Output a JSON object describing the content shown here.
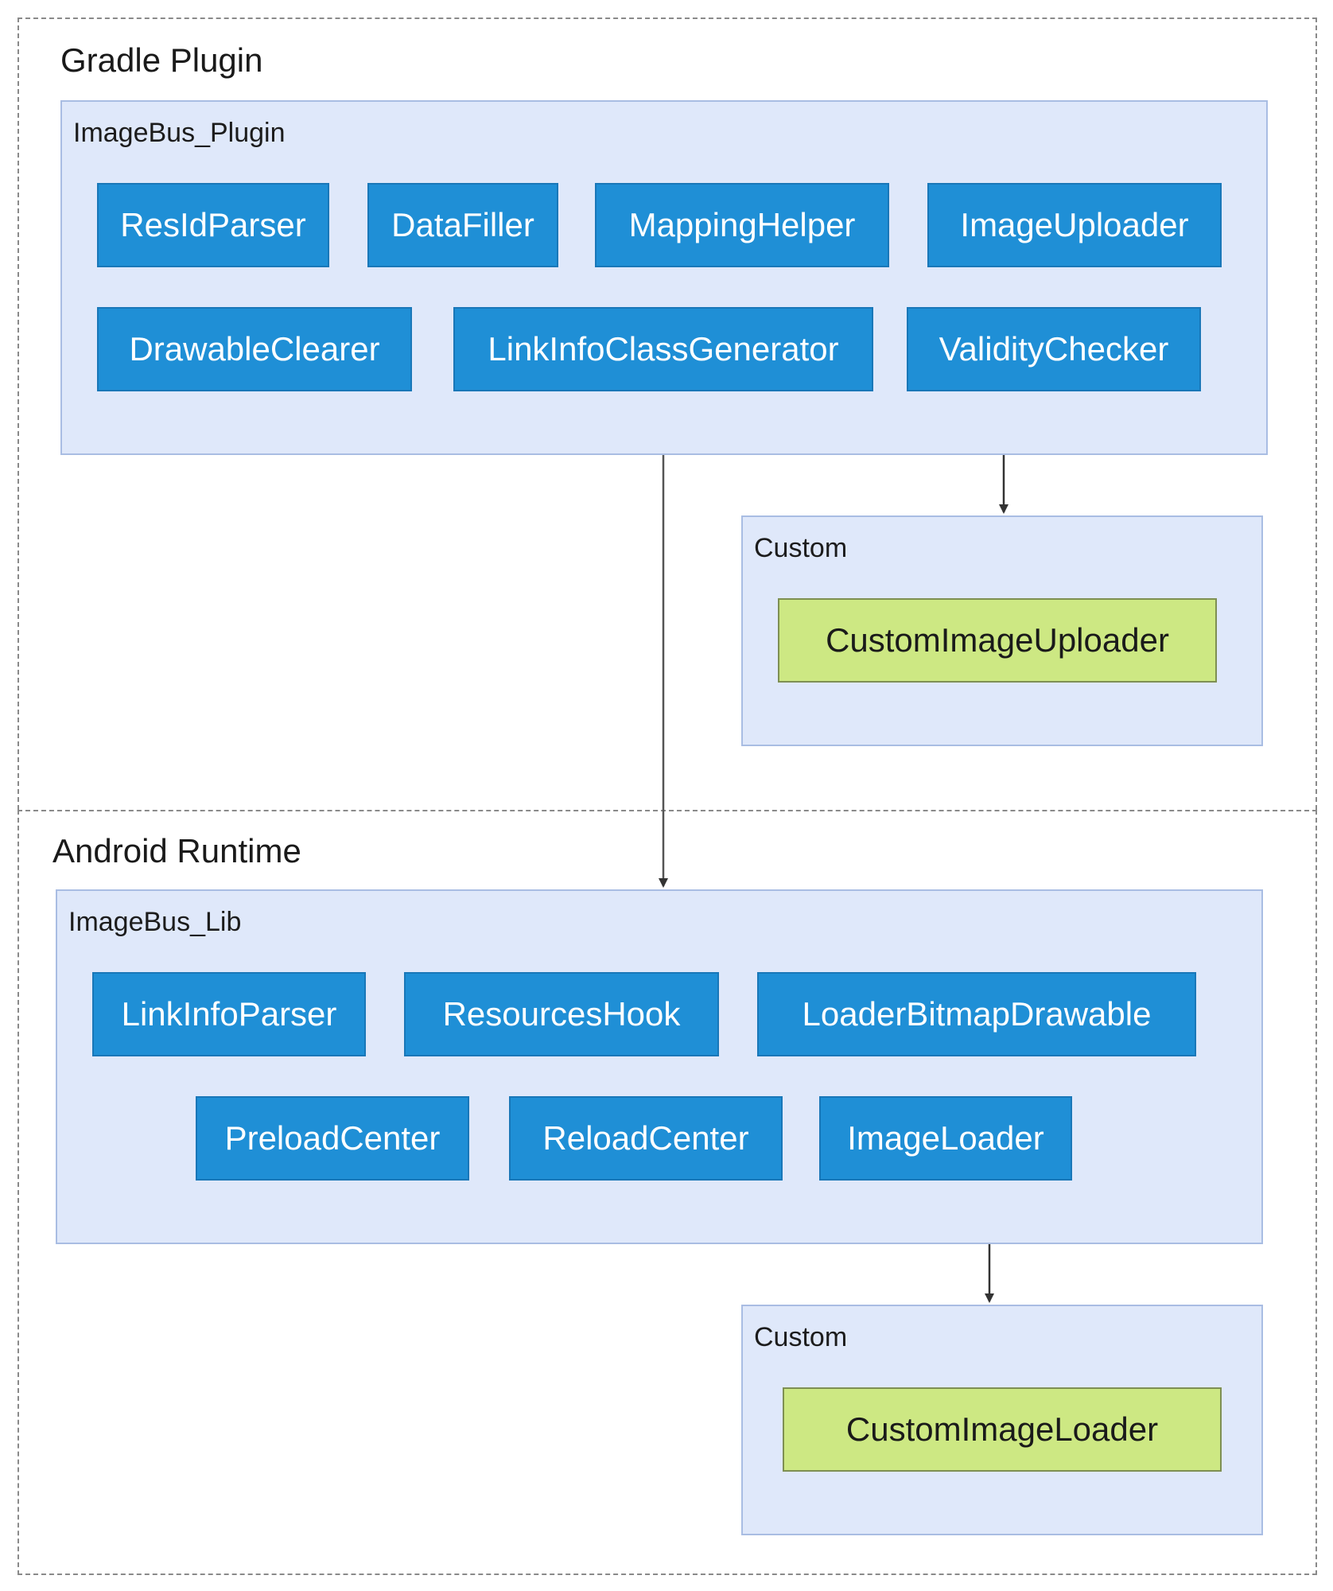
{
  "gradle": {
    "title": "Gradle Plugin",
    "plugin": {
      "title": "ImageBus_Plugin",
      "components": [
        "ResIdParser",
        "DataFiller",
        "MappingHelper",
        "ImageUploader",
        "DrawableClearer",
        "LinkInfoClassGenerator",
        "ValidityChecker"
      ]
    },
    "custom": {
      "title": "Custom",
      "component": "CustomImageUploader"
    }
  },
  "android": {
    "title": "Android Runtime",
    "lib": {
      "title": "ImageBus_Lib",
      "components": [
        "LinkInfoParser",
        "ResourcesHook",
        "LoaderBitmapDrawable",
        "PreloadCenter",
        "ReloadCenter",
        "ImageLoader"
      ]
    },
    "custom": {
      "title": "Custom",
      "component": "CustomImageLoader"
    }
  },
  "colors": {
    "component_fill": "#1f8fd6",
    "custom_fill": "#cde883",
    "group_fill": "#dfe8fa"
  }
}
